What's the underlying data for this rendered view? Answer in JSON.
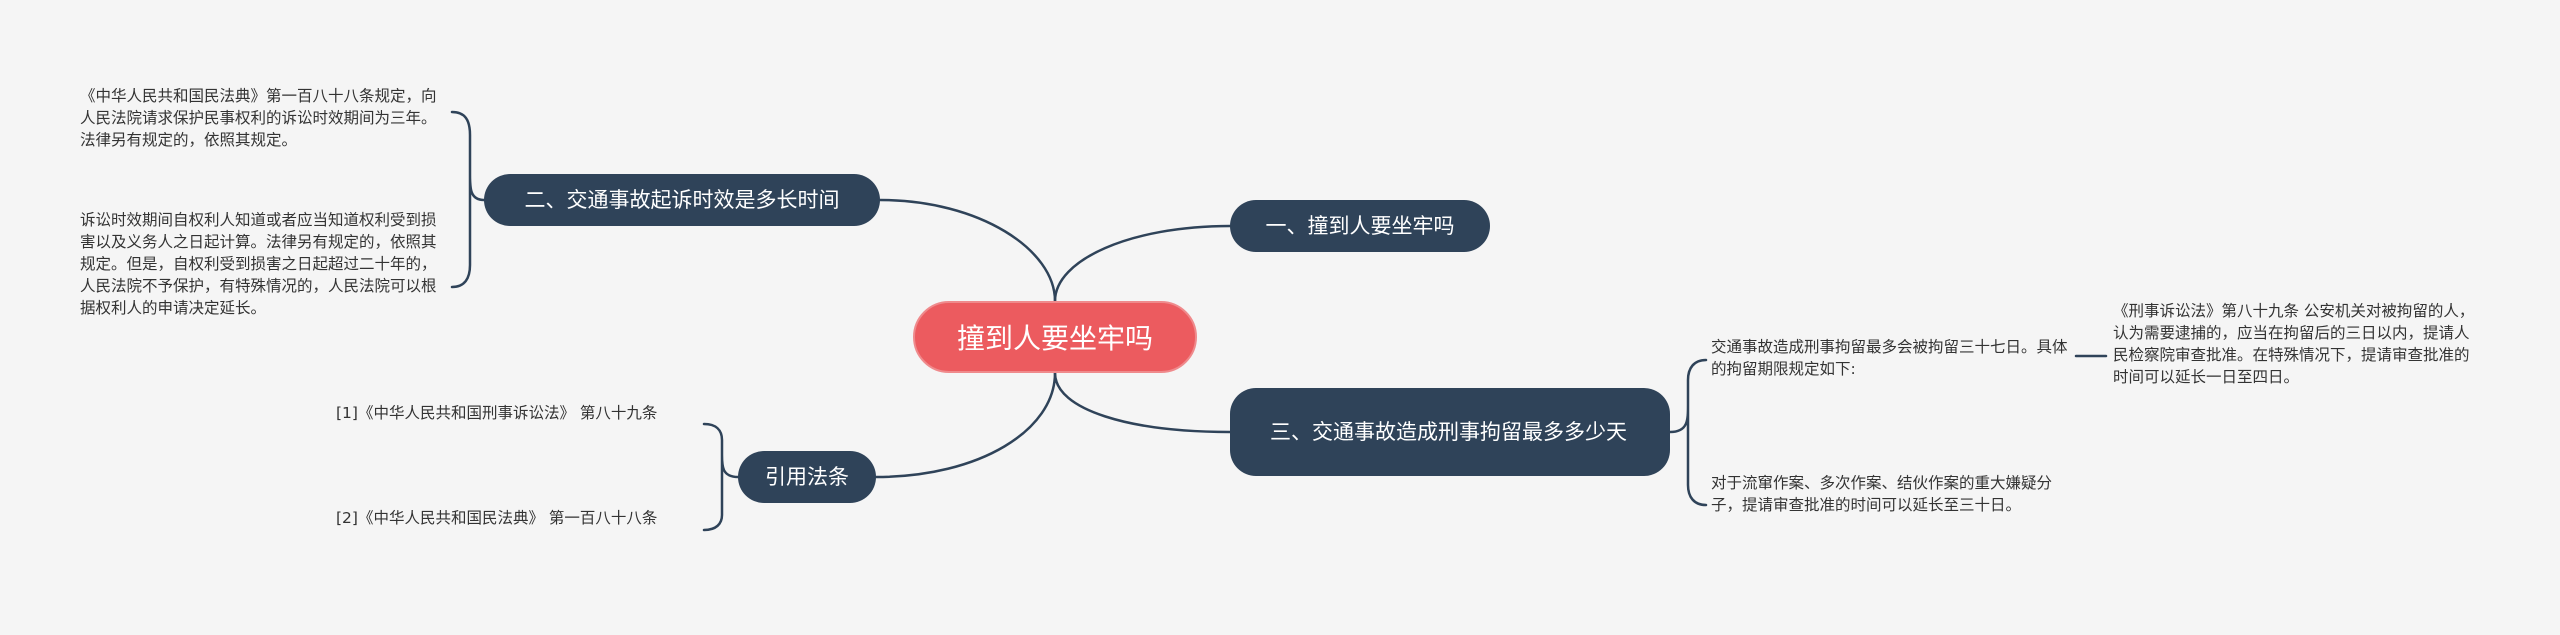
{
  "colors": {
    "background": "#f5f5f5",
    "root_fill": "#ec5b5f",
    "topic_fill": "#2f4359",
    "connector": "#2f4359",
    "leaf_text": "#333333"
  },
  "root": {
    "label": "撞到人要坐牢吗"
  },
  "topics": [
    {
      "label": "一、撞到人要坐牢吗"
    },
    {
      "label": "二、交通事故起诉时效是多长时间"
    },
    {
      "label": "三、交通事故造成刑事拘留最多多少天"
    },
    {
      "label": "引用法条"
    }
  ],
  "leaves": {
    "limitation_1": "《中华人民共和国民法典》第一百八十八条规定，向人民法院请求保护民事权利的诉讼时效期间为三年。法律另有规定的，依照其规定。",
    "limitation_2": "诉讼时效期间自权利人知道或者应当知道权利受到损害以及义务人之日起计算。法律另有规定的，依照其规定。但是，自权利受到损害之日起超过二十年的，人民法院不予保护，有特殊情况的，人民法院可以根据权利人的申请决定延长。",
    "law_ref_1": "[1]《中华人民共和国刑事诉讼法》 第八十九条",
    "law_ref_2": "[2]《中华人民共和国民法典》 第一百八十八条",
    "detention_1": "交通事故造成刑事拘留最多会被拘留三十七日。具体的拘留期限规定如下:",
    "detention_2": "对于流窜作案、多次作案、结伙作案的重大嫌疑分子，提请审查批准的时间可以延长至三十日。",
    "detention_sub": "《刑事诉讼法》第八十九条 公安机关对被拘留的人，认为需要逮捕的，应当在拘留后的三日以内，提请人民检察院审查批准。在特殊情况下，提请审查批准的时间可以延长一日至四日。"
  }
}
